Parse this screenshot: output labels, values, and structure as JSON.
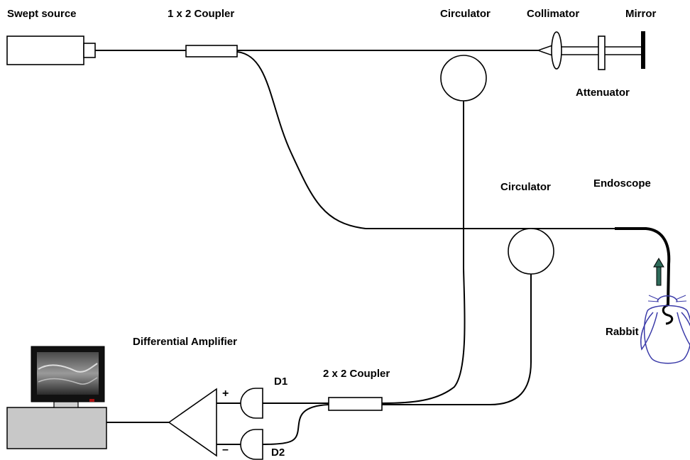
{
  "labels": {
    "swept_source": "Swept source",
    "coupler_1x2": "1 x 2 Coupler",
    "circulator_ref": "Circulator",
    "collimator": "Collimator",
    "mirror": "Mirror",
    "attenuator": "Attenuator",
    "circulator_sample": "Circulator",
    "endoscope": "Endoscope",
    "rabbit": "Rabbit",
    "differential_amplifier": "Differential Amplifier",
    "coupler_2x2": "2 x 2 Coupler",
    "detector_1": "D1",
    "detector_2": "D2",
    "plus_sign": "+",
    "minus_sign": "–"
  },
  "colors": {
    "line": "#000000",
    "monitor_bezel": "#111111",
    "screen": "#2b2b2b",
    "computer_base": "#c8c8c8",
    "rabbit_outline": "#3a3aa8",
    "arrow": "#2e6b5a"
  }
}
